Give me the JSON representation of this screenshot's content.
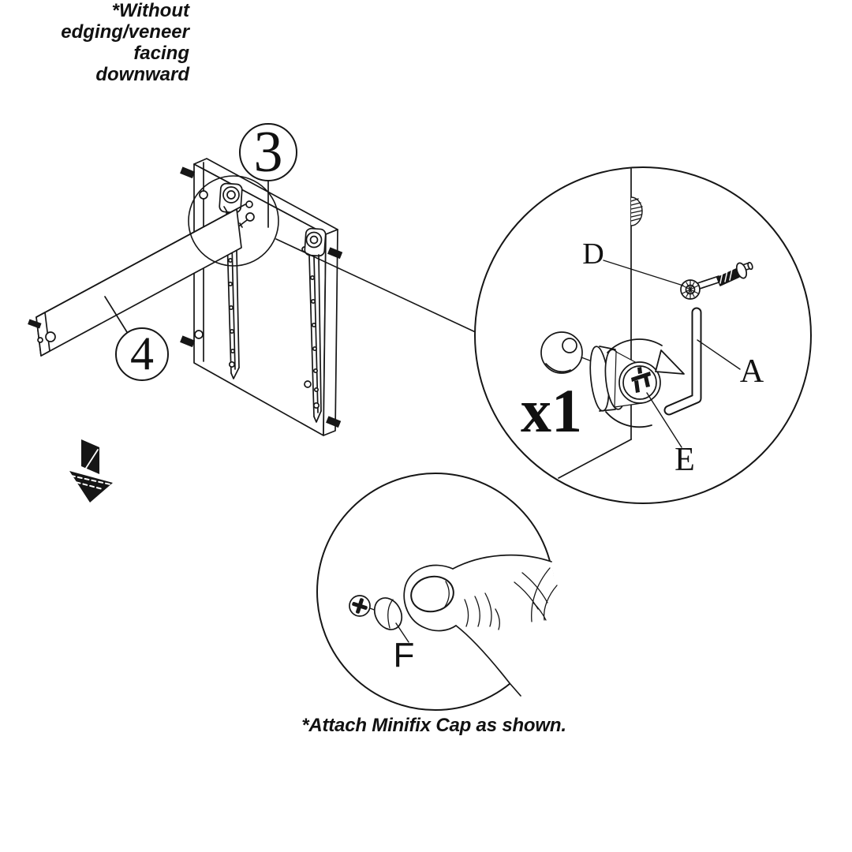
{
  "colors": {
    "ink": "#161616",
    "background": "#ffffff"
  },
  "diagram": {
    "callouts": {
      "step3": "3",
      "step4": "4"
    },
    "part_labels": {
      "cam_bolt": "D",
      "hex_key": "A",
      "cam_lock": "E",
      "cap": "F"
    },
    "quantity_label": "x1",
    "note": {
      "lines": [
        "*Without",
        "edging/veneer",
        "facing",
        "downward"
      ]
    },
    "caption": "*Attach Minifix Cap as shown.",
    "icons": {
      "edge_arrow": "down-arrow-edge-banding-icon"
    }
  }
}
